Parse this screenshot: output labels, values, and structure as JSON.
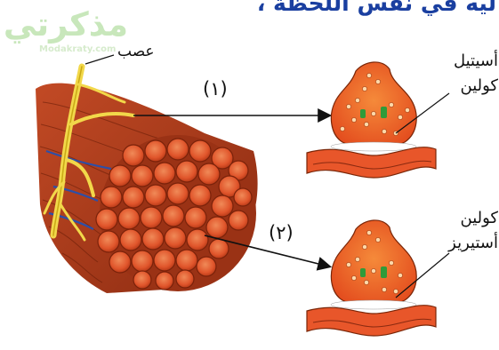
{
  "header": {
    "text": "ليه في نفس اللحظة ،"
  },
  "watermark": {
    "main": "مذكرتي",
    "sub": "Modakraty.com"
  },
  "labels": {
    "nerve": "عصب",
    "acetylcholine_line1": "أسيتيل",
    "acetylcholine_line2": "كولين",
    "esterase_line1": "كولين",
    "esterase_line2": "أستيريز"
  },
  "markers": {
    "one": "(١)",
    "two": "(٢)"
  },
  "colors": {
    "muscle_fiber": "#e0552b",
    "muscle_dark": "#8a2a10",
    "nerve": "#f2d84a",
    "blood_vessel": "#2c4fa8",
    "synapse_vesicle": "#f25a24",
    "header_blue": "#1a3fa0",
    "watermark_green": "#bfe3b0"
  }
}
